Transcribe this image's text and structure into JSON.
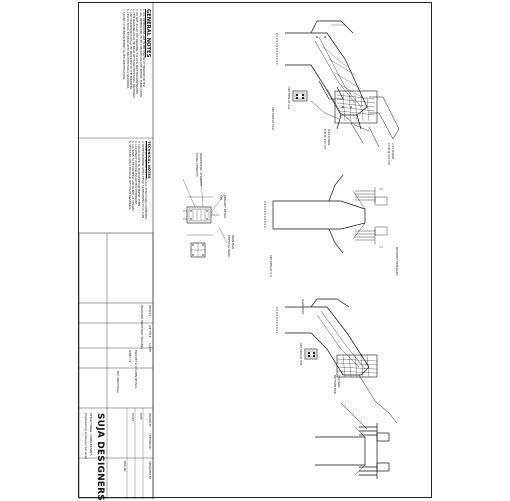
{
  "notes": {
    "general_title": "GENERAL NOTES",
    "general": [
      "1. ALL DIMENSIONS ARE IN MM UNLESS OTHERWISE NOTED.",
      "2. ALL DIMENSIONS TO BE CHECKED ON SITE BEFORE FABRICATION.",
      "3. DO NOT SCALE THE DRAWING, FOLLOW WRITTEN DIMENSIONS.",
      "4. THIS DRAWING SHALL BE READ WITH ARCHITECTURAL DRAWINGS.",
      "5. ANY DISCREPANCY SHALL BE REPORTED TO THE ENGINEER.",
      "6. LEVELS SHALL BE READ WITH ARCHITECTURAL DRAWINGS.",
      "7. COVER TO REINFORCEMENT AS PER SPECIFICATION."
    ],
    "technical_title": "TECHNICAL NOTES",
    "technical": [
      "1. CONCRETE GRADE M25 FOR ALL STRUCTURAL ELEMENTS.",
      "2. REINFORCEMENT STEEL FE500 CONFORMING TO IS 1786.",
      "3. CLEAR COVER TO MAIN REINFORCEMENT 25MM.",
      "4. LAP LENGTH 50D UNLESS NOTED OTHERWISE.",
      "5. ALL BARS TO BE PROPERLY ANCHORED AS SHOWN.",
      "6. SECTIONS SHALL BE READ WITH PLAN DRAWINGS."
    ]
  },
  "details": {
    "bracket_detail": "BRACKET DETAIL",
    "bracket_sub": "TYP.",
    "section_a": "SECTION AT A-A",
    "section_b": "SECTION AT B-B",
    "section_c": "SECTION AT C-C",
    "section_d": "SECTION AT D-D",
    "labels": [
      "4-16 Ø BAR",
      "2-12 Ø BAR",
      "8 Ø @ 150 C/C",
      "HORIZONTAL STIRRUPS",
      "EXTRA STIRRUPS",
      "MAIN BAR",
      "VERTICAL BARS",
      "10 Ø @ 200 C/C",
      "DISTRIBUTION BARS",
      "TOP BAR",
      "BOTTOM BAR",
      "PLAN 1000"
    ]
  },
  "title_block": {
    "project_label": "PROJECT",
    "project_value": "PROPOSED INDUSTRIAL BUILDING",
    "title_label": "JOB TITLE",
    "title_value": "BRACKET & COLUMN DETAILS",
    "title_value2": "SHEET 01",
    "client_label": "CLIENT",
    "client_value": "M/S. INDUSTRIAL",
    "firm_name": "SUJA DESIGNERS",
    "firm_sub": "STRUCTURAL CONSULTANTS",
    "firm_addr": "Engineering & Design Services",
    "rev_rows": [
      "DRAWN BY",
      "CHECKED BY",
      "APPROVED BY",
      "DATE",
      "SCALE",
      "DRG NO."
    ]
  }
}
